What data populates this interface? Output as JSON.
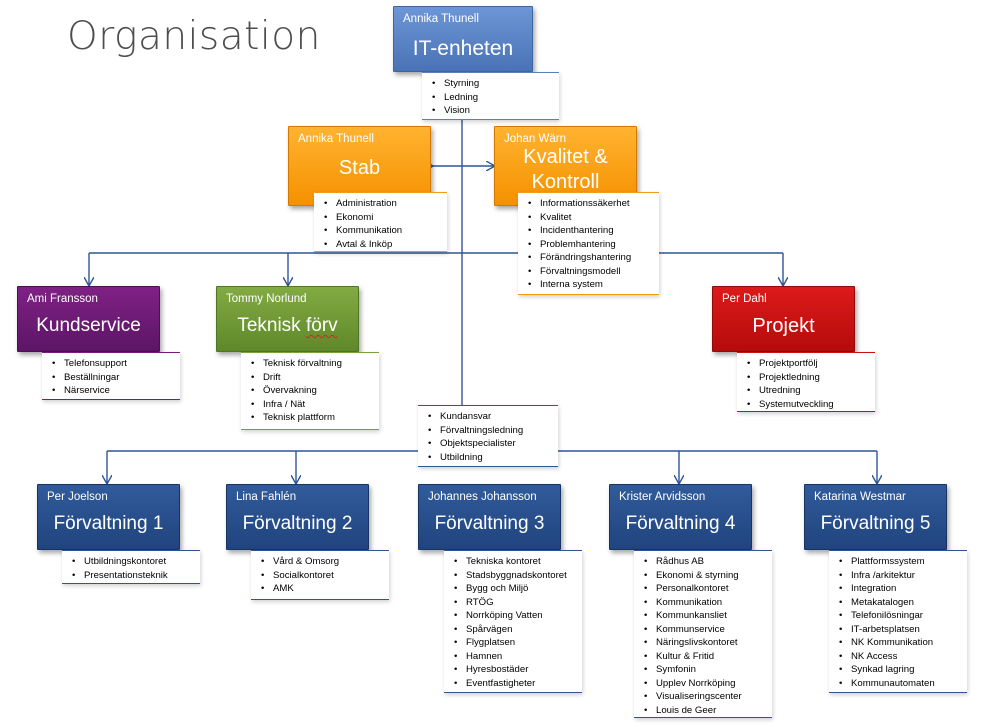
{
  "title": "Organisation",
  "units": {
    "it": {
      "manager": "Annika Thunell",
      "name": "IT-enheten",
      "tasks": [
        "Styrning",
        "Ledning",
        "Vision"
      ]
    },
    "stab": {
      "manager": "Annika Thunell",
      "name": "Stab",
      "tasks": [
        "Administration",
        "Ekonomi",
        "Kommunikation",
        "Avtal & Inköp"
      ]
    },
    "kvalitet": {
      "manager": "Johan Wärn",
      "name_line1": "Kvalitet &",
      "name_line2": "Kontroll",
      "tasks": [
        "Informationssäkerhet",
        "Kvalitet",
        "Incidenthantering",
        "Problemhantering",
        "Förändringshantering",
        "Förvaltningsmodell",
        "Interna system"
      ]
    },
    "kundservice": {
      "manager": "Ami Fransson",
      "name": "Kundservice",
      "tasks": [
        "Telefonsupport",
        "Beställningar",
        "Närservice"
      ]
    },
    "teknisk": {
      "manager": "Tommy Norlund",
      "name_main": "Teknisk ",
      "name_squiggle": "förv",
      "tasks": [
        "Teknisk förvaltning",
        "Drift",
        "Övervakning",
        "Infra / Nät",
        "Teknisk plattform"
      ]
    },
    "projekt": {
      "manager": "Per Dahl",
      "name": "Projekt",
      "tasks": [
        "Projektportfölj",
        "Projektledning",
        "Utredning",
        "Systemutveckling"
      ]
    },
    "mid": {
      "tasks": [
        "Kundansvar",
        "Förvaltningsledning",
        "Objektspecialister",
        "Utbildning"
      ]
    },
    "f1": {
      "manager": "Per Joelson",
      "name": "Förvaltning 1",
      "tasks": [
        "Utbildningskontoret",
        "Presentationsteknik"
      ]
    },
    "f2": {
      "manager": "Lina Fahlén",
      "name": "Förvaltning 2",
      "tasks": [
        "Vård & Omsorg",
        "Socialkontoret",
        "AMK"
      ]
    },
    "f3": {
      "manager": "Johannes Johansson",
      "name": "Förvaltning 3",
      "tasks": [
        "Tekniska kontoret",
        "Stadsbyggnadskontoret",
        "Bygg och Miljö",
        "RTÖG",
        "Norrköping Vatten",
        "Spårvägen",
        "Flygplatsen",
        "Hamnen",
        "Hyresbostäder",
        "Eventfastigheter"
      ]
    },
    "f4": {
      "manager": "Krister Arvidsson",
      "name": "Förvaltning 4",
      "tasks": [
        "Rådhus AB",
        "Ekonomi & styrning",
        "Personalkontoret",
        "Kommunikation",
        "Kommunkansliet",
        "Kommunservice",
        "Näringslivskontoret",
        "Kultur & Fritid",
        "Symfonin",
        "Upplev Norrköping",
        "Visualiseringscenter",
        "Louis de Geer"
      ]
    },
    "f5": {
      "manager": "Katarina Westmar",
      "name": "Förvaltning 5",
      "tasks": [
        "Plattformssystem",
        "Infra /arkitektur",
        "Integration",
        "Metakatalogen",
        "Telefonilösningar",
        "IT-arbetsplatsen",
        "NK Kommunikation",
        "NK Access",
        "Synkad lagring",
        "Kommunautomaten"
      ]
    }
  }
}
